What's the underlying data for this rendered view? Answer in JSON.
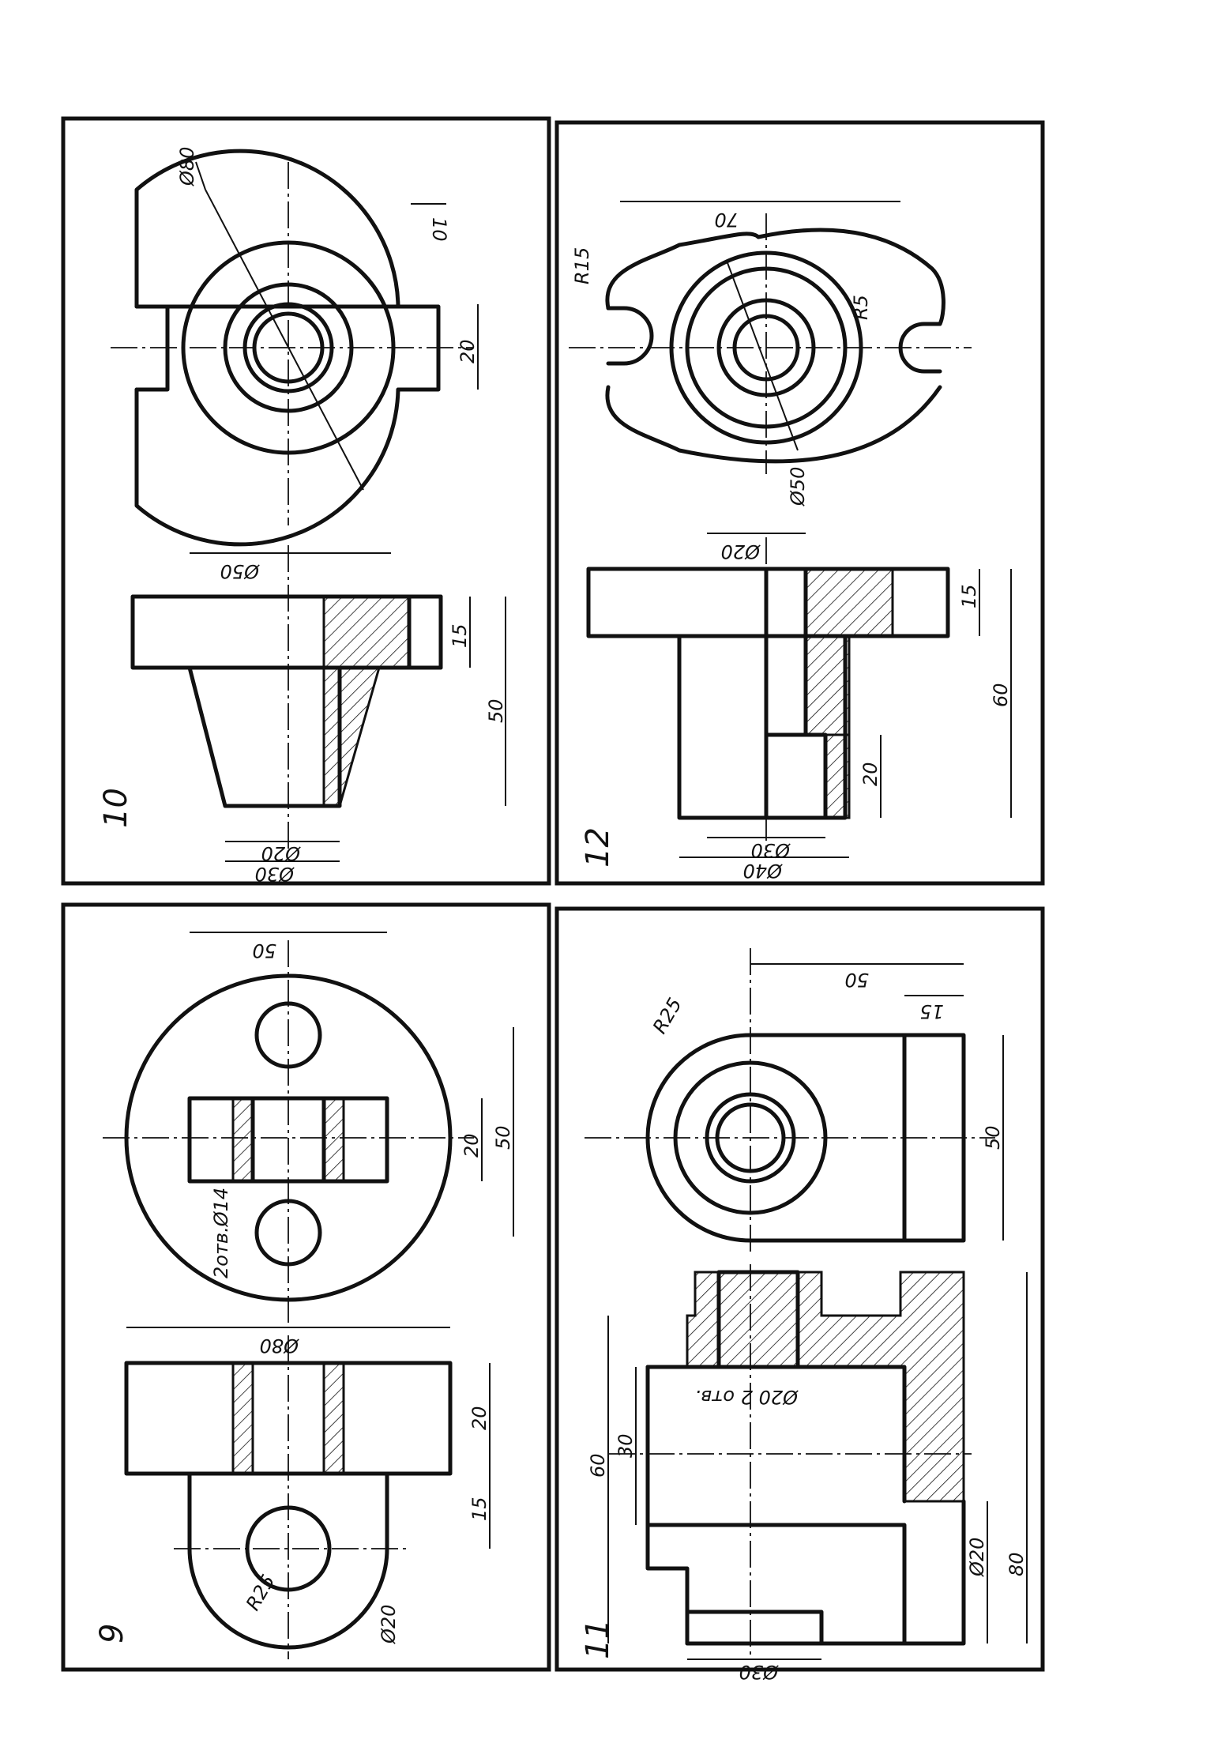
{
  "panels": [
    {
      "number": "10",
      "dims": [
        "Ø80",
        "10",
        "20",
        "Ø50",
        "15",
        "50",
        "Ø20",
        "Ø30"
      ]
    },
    {
      "number": "12",
      "dims": [
        "R15",
        "70",
        "R5",
        "Ø50",
        "Ø20",
        "15",
        "60",
        "20",
        "Ø30",
        "Ø40"
      ]
    },
    {
      "number": "9",
      "dims": [
        "50",
        "20",
        "50",
        "2отв.Ø14",
        "Ø80",
        "20",
        "15",
        "R25",
        "Ø20"
      ]
    },
    {
      "number": "11",
      "dims": [
        "50",
        "15",
        "R25",
        "50",
        "60",
        "30",
        "Ø20 2 отв.",
        "Ø20",
        "80",
        "Ø30"
      ]
    }
  ]
}
